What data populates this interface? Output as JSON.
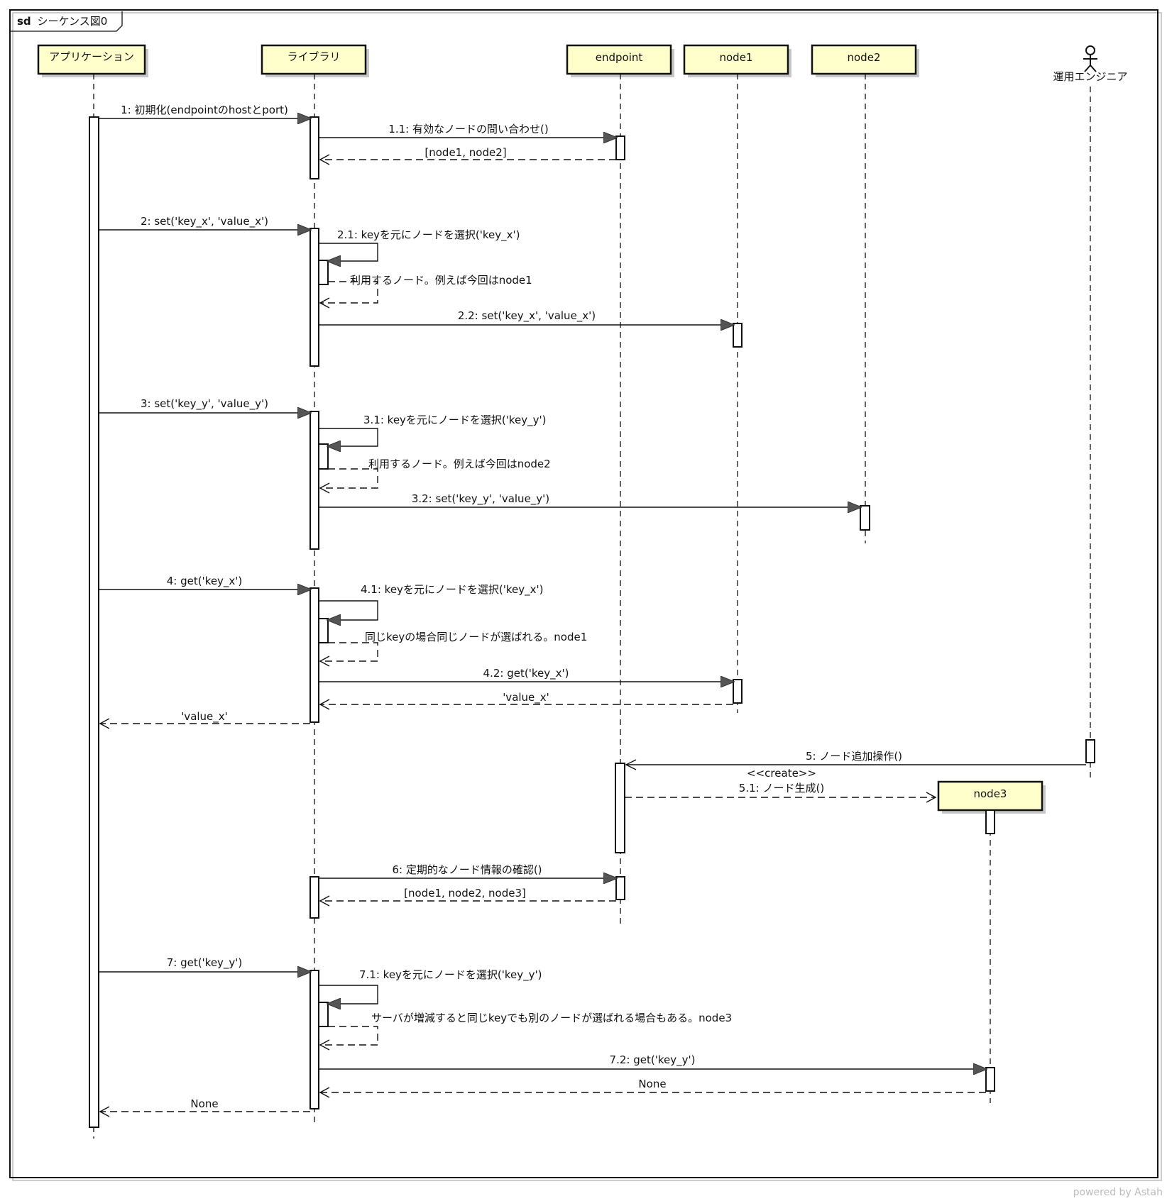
{
  "diagram": {
    "frame_label_kw": "sd",
    "frame_label": "シーケンス図0",
    "lifelines": [
      {
        "id": "app",
        "name": "アプリケーション",
        "kind": "box"
      },
      {
        "id": "lib",
        "name": "ライブラリ",
        "kind": "box"
      },
      {
        "id": "ep",
        "name": "endpoint",
        "kind": "box"
      },
      {
        "id": "n1",
        "name": "node1",
        "kind": "box"
      },
      {
        "id": "n2",
        "name": "node2",
        "kind": "box"
      },
      {
        "id": "eng",
        "name": "運用エンジニア",
        "kind": "actor"
      },
      {
        "id": "n3",
        "name": "node3",
        "kind": "box"
      }
    ],
    "messages": [
      {
        "id": "m1",
        "label": "1: 初期化(endpointのhostとport)",
        "kind": "sync"
      },
      {
        "id": "m1_1",
        "label": "1.1: 有効なノードの問い合わせ()",
        "kind": "sync"
      },
      {
        "id": "r1_1",
        "label": "[node1, node2]",
        "kind": "return"
      },
      {
        "id": "m2",
        "label": "2: set('key_x', 'value_x')",
        "kind": "sync"
      },
      {
        "id": "m2_1",
        "label": "2.1: keyを元にノードを選択('key_x')",
        "kind": "self"
      },
      {
        "id": "r2_1",
        "label": "利用するノード。例えば今回はnode1",
        "kind": "return"
      },
      {
        "id": "m2_2",
        "label": "2.2: set('key_x', 'value_x')",
        "kind": "sync"
      },
      {
        "id": "m3",
        "label": "3: set('key_y', 'value_y')",
        "kind": "sync"
      },
      {
        "id": "m3_1",
        "label": "3.1: keyを元にノードを選択('key_y')",
        "kind": "self"
      },
      {
        "id": "r3_1",
        "label": "利用するノード。例えば今回はnode2",
        "kind": "return"
      },
      {
        "id": "m3_2",
        "label": "3.2: set('key_y', 'value_y')",
        "kind": "sync"
      },
      {
        "id": "m4",
        "label": "4: get('key_x')",
        "kind": "sync"
      },
      {
        "id": "m4_1",
        "label": "4.1: keyを元にノードを選択('key_x')",
        "kind": "self"
      },
      {
        "id": "r4_1",
        "label": "同じkeyの場合同じノードが選ばれる。node1",
        "kind": "return"
      },
      {
        "id": "m4_2",
        "label": "4.2: get('key_x')",
        "kind": "sync"
      },
      {
        "id": "r4_2",
        "label": "'value_x'",
        "kind": "return"
      },
      {
        "id": "r4",
        "label": "'value_x'",
        "kind": "return"
      },
      {
        "id": "m5",
        "label": "5: ノード追加操作()",
        "kind": "sync"
      },
      {
        "id": "m5_1_stereo",
        "label": "<<create>>",
        "kind": "stereotype"
      },
      {
        "id": "m5_1",
        "label": "5.1: ノード生成()",
        "kind": "create"
      },
      {
        "id": "m6",
        "label": "6: 定期的なノード情報の確認()",
        "kind": "sync"
      },
      {
        "id": "r6",
        "label": "[node1, node2, node3]",
        "kind": "return"
      },
      {
        "id": "m7",
        "label": "7: get('key_y')",
        "kind": "sync"
      },
      {
        "id": "m7_1",
        "label": "7.1: keyを元にノードを選択('key_y')",
        "kind": "self"
      },
      {
        "id": "r7_1",
        "label": "サーバが増減すると同じkeyでも別のノードが選ばれる場合もある。node3",
        "kind": "return"
      },
      {
        "id": "m7_2",
        "label": "7.2: get('key_y')",
        "kind": "sync"
      },
      {
        "id": "r7_2",
        "label": "None",
        "kind": "return"
      },
      {
        "id": "r7",
        "label": "None",
        "kind": "return"
      }
    ]
  },
  "footer": {
    "text": "powered by Astah"
  },
  "colors": {
    "lifeline_fill": "#ffffcc",
    "line": "#111111",
    "shadow": "#c8c8c8",
    "arrowhead": "#555555"
  }
}
